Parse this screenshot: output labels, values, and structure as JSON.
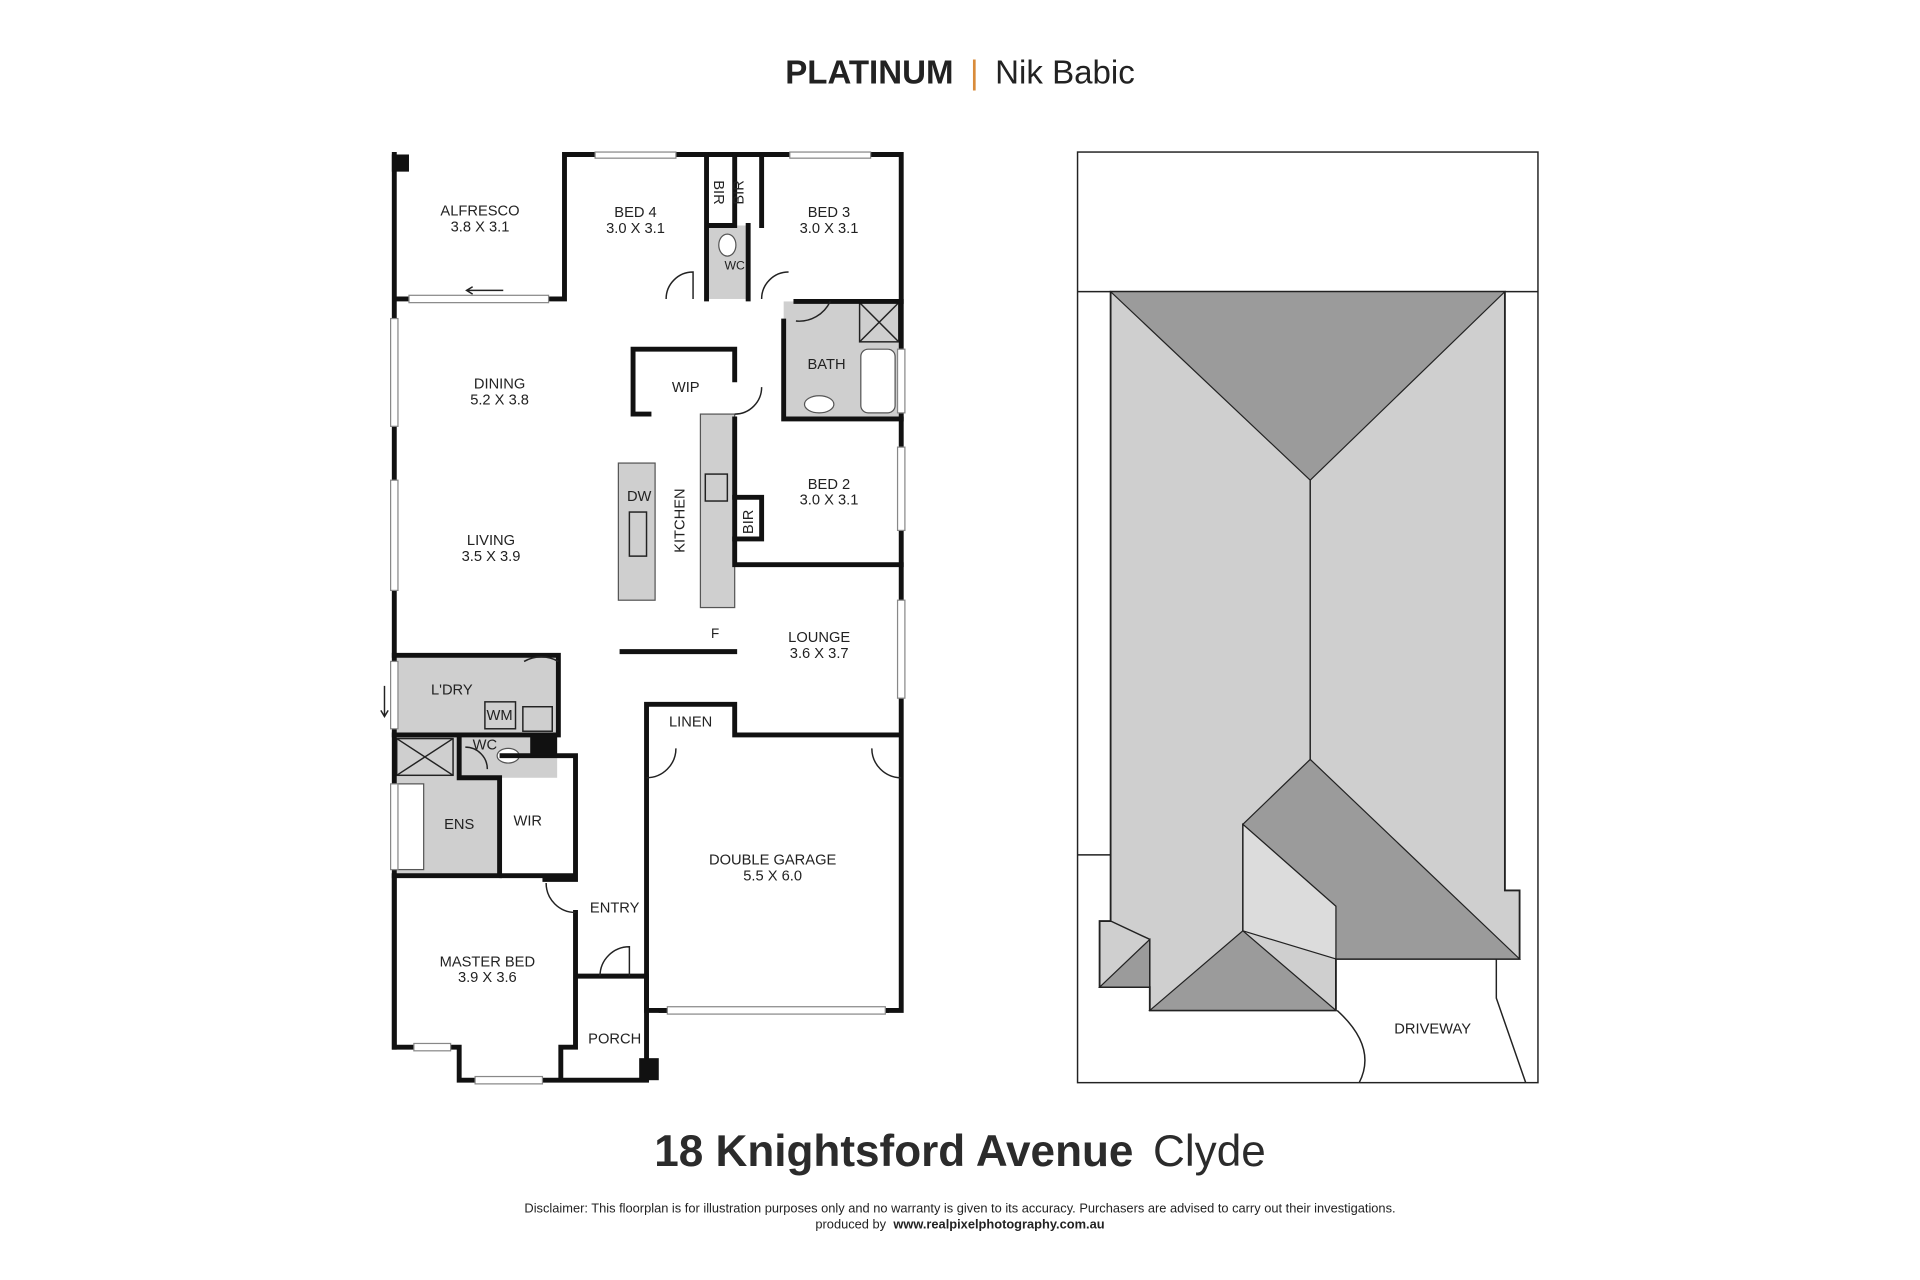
{
  "header": {
    "brand": "PLATINUM",
    "separator": "|",
    "agent": "Nik Babic",
    "separator_color": "#d98b3a"
  },
  "rooms": {
    "alfresco": {
      "name": "ALFRESCO",
      "size": "3.8 X 3.1"
    },
    "bed4": {
      "name": "BED 4",
      "size": "3.0 X 3.1"
    },
    "bed3": {
      "name": "BED 3",
      "size": "3.0 X 3.1"
    },
    "bir1": "BIR",
    "bir2": "BIR",
    "bir3": "BIR",
    "wc1": "WC",
    "wc2": "WC",
    "bath": "BATH",
    "wip": "WIP",
    "dining": {
      "name": "DINING",
      "size": "5.2 X 3.8"
    },
    "kitchen": "KITCHEN",
    "dw": "DW",
    "fridge": "F",
    "bed2": {
      "name": "BED 2",
      "size": "3.0 X 3.1"
    },
    "living": {
      "name": "LIVING",
      "size": "3.5 X 3.9"
    },
    "lounge": {
      "name": "LOUNGE",
      "size": "3.6 X 3.7"
    },
    "laundry": "L'DRY",
    "wm": "WM",
    "linen": "LINEN",
    "ens": "ENS",
    "wir": "WIR",
    "garage": {
      "name": "DOUBLE GARAGE",
      "size": "5.5 X 6.0"
    },
    "entry": "ENTRY",
    "master": {
      "name": "MASTER BED",
      "size": "3.9 X 3.6"
    },
    "porch": "PORCH",
    "driveway": "DRIVEWAY"
  },
  "footer": {
    "address_bold": "18 Knightsford Avenue",
    "suburb": "Clyde",
    "disclaimer": "Disclaimer: This floorplan is for illustration purposes only and no warranty is given to its accuracy. Purchasers are advised to carry out their investigations.",
    "produced_by": "produced by",
    "website": "www.realpixelphotography.com.au"
  },
  "colors": {
    "wet_area": "#cfcfcf",
    "roof_light": "#cfcfcf",
    "roof_dark": "#9b9b9b"
  }
}
